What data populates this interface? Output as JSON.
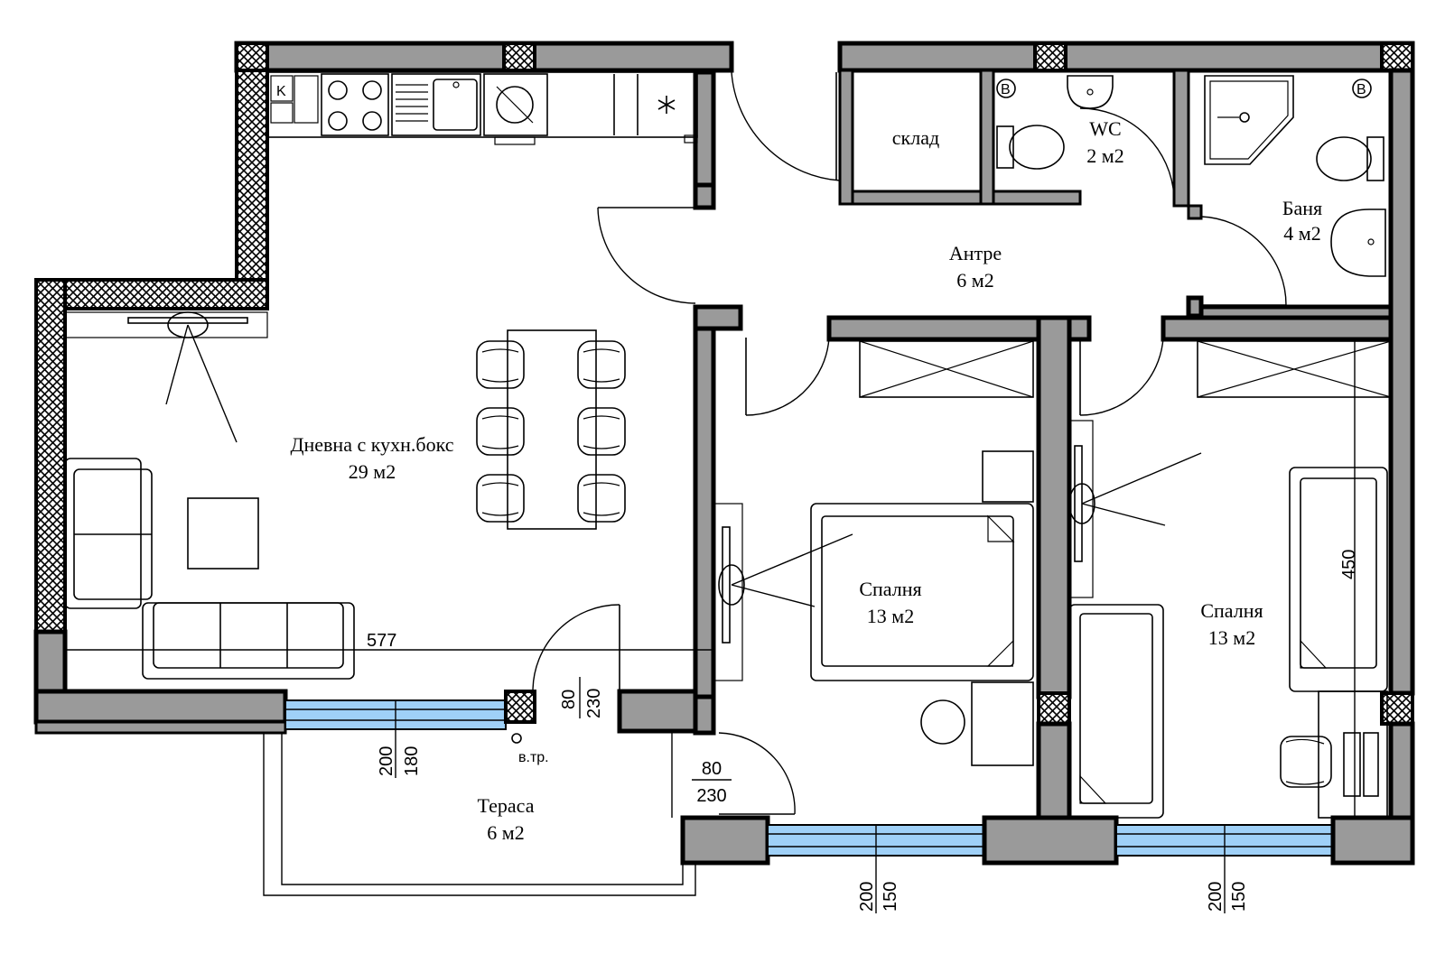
{
  "rooms": {
    "living": {
      "name": "Дневна с кухн.бокс",
      "area": "29 м2"
    },
    "storage": {
      "name": "склад"
    },
    "wc": {
      "name": "WC",
      "area": "2 м2"
    },
    "bath": {
      "name": "Баня",
      "area": "4 м2"
    },
    "hall": {
      "name": "Антре",
      "area": "6 м2"
    },
    "bedroom1": {
      "name": "Спалня",
      "area": "13 м2"
    },
    "bedroom2": {
      "name": "Спалня",
      "area": "13 м2"
    },
    "terrace": {
      "name": "Тераса",
      "area": "6 м2"
    }
  },
  "dimensions": {
    "living_width": "577",
    "bedroom2_length": "450",
    "terrace_door_width": "80",
    "terrace_door_height": "230",
    "terrace_door2_width": "80",
    "terrace_door2_height": "230",
    "living_window_h1": "200",
    "living_window_h2": "180",
    "bed1_window_h1": "200",
    "bed1_window_h2": "150",
    "bed2_window_h1": "200",
    "bed2_window_h2": "150"
  },
  "labels": {
    "drain": "в.тр.",
    "boiler": "B",
    "boiler2": "B",
    "fridge": "K"
  },
  "colors": {
    "window_glass": "#9fd0f7",
    "wall_fill": "#9a9a9a"
  }
}
